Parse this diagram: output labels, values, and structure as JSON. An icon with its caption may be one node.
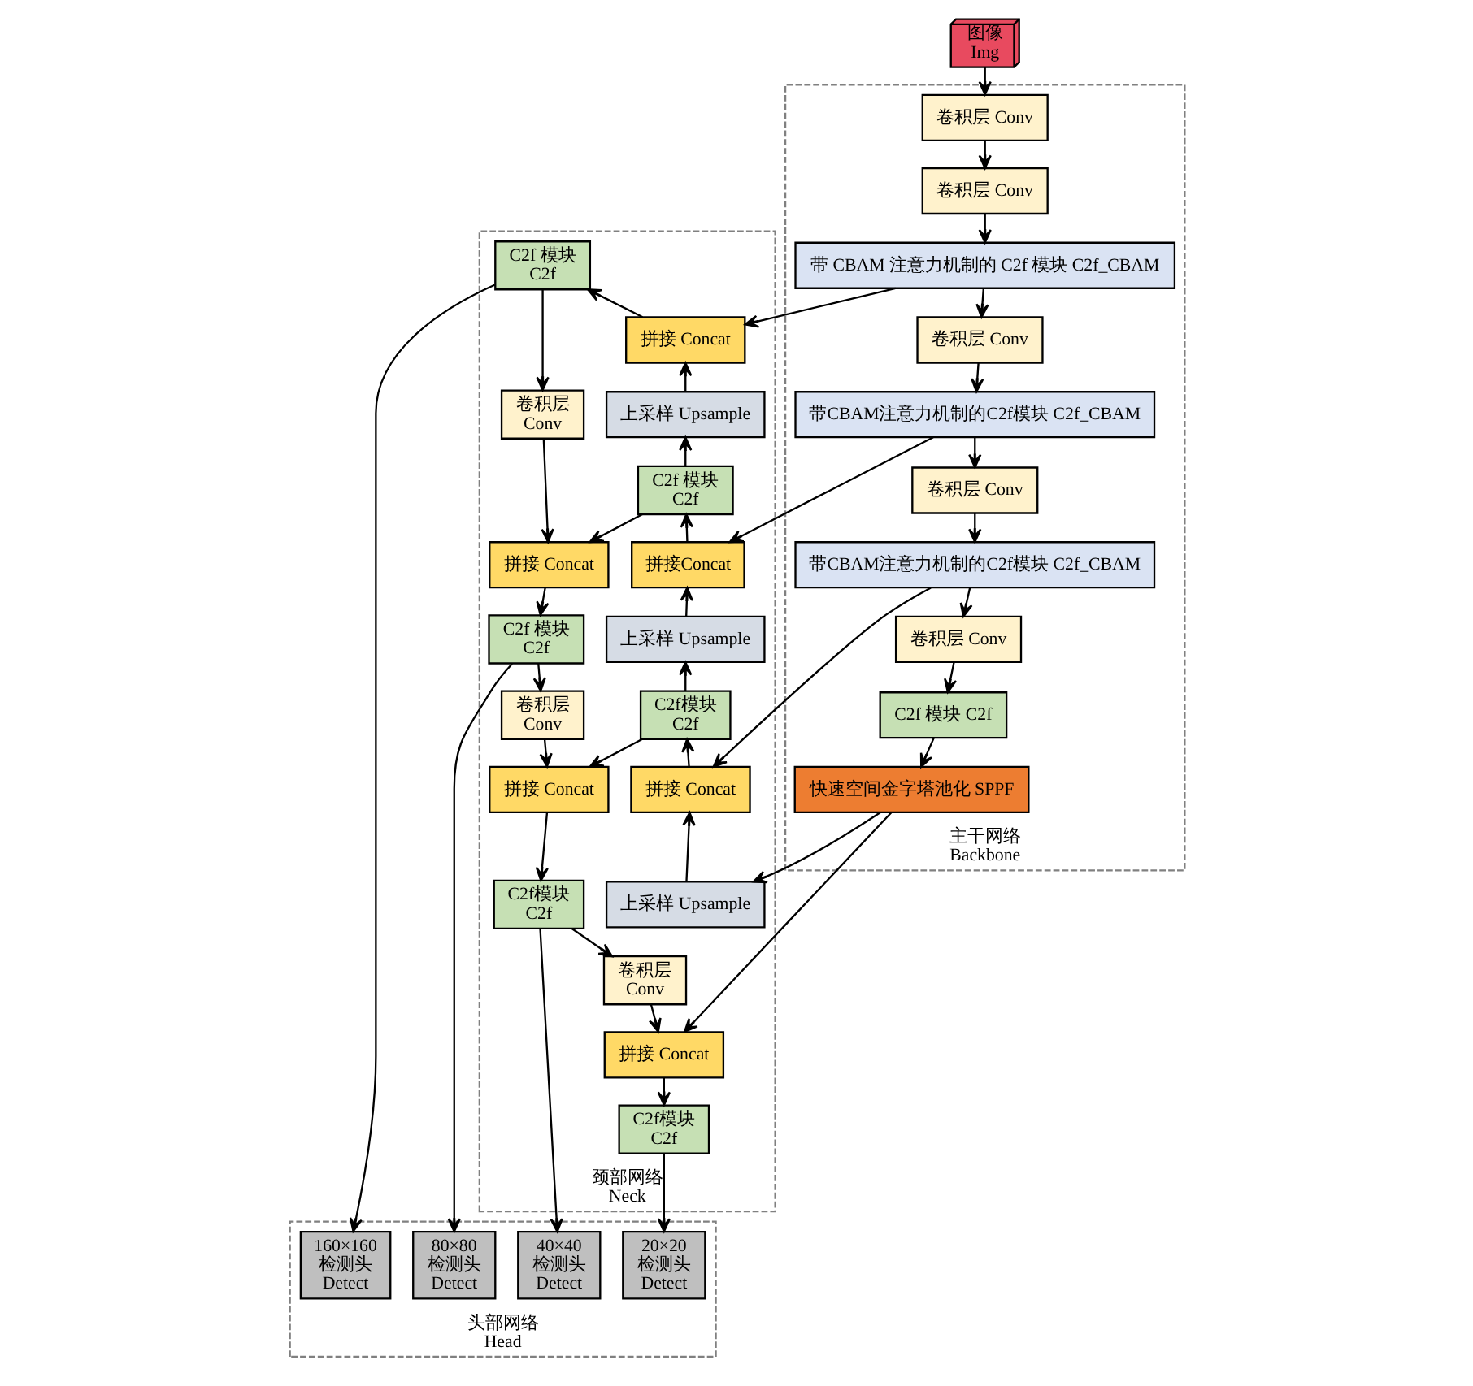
{
  "diagram": {
    "nodes": [
      {
        "text": [
          "主干网络",
          "Backbone"
        ]
      },
      {
        "text": [
          "颈部网络",
          "Neck"
        ]
      },
      {
        "text": [
          "头部网络",
          "Head"
        ]
      },
      {
        "text": [
          "图像",
          "Img"
        ]
      },
      {
        "text": [
          "卷积层 Conv"
        ],
        "in": 0
      },
      {
        "text": [
          "卷积层 Conv"
        ],
        "in": 0
      },
      {
        "text": [
          "带 CBAM 注意力机制的 C2f 模块 C2f_CBAM"
        ],
        "in": 0
      },
      {
        "text": [
          "卷积层 Conv"
        ],
        "in": 0
      },
      {
        "text": [
          "带CBAM注意力机制的C2f模块 C2f_CBAM"
        ],
        "in": 0
      },
      {
        "text": [
          "卷积层 Conv"
        ],
        "in": 0
      },
      {
        "text": [
          "带CBAM注意力机制的C2f模块 C2f_CBAM"
        ],
        "in": 0
      },
      {
        "text": [
          "卷积层 Conv"
        ],
        "in": 0
      },
      {
        "text": [
          "C2f 模块 C2f"
        ],
        "in": 0
      },
      {
        "text": [
          "快速空间金字塔池化 SPPF"
        ],
        "in": 0
      },
      {
        "text": [
          "C2f 模块",
          "C2f"
        ],
        "in": 1
      },
      {
        "text": [
          "拼接 Concat"
        ],
        "in": 1
      },
      {
        "text": [
          "上采样 Upsample"
        ],
        "in": 1
      },
      {
        "text": [
          "C2f 模块",
          "C2f"
        ],
        "in": 1
      },
      {
        "text": [
          "拼接Concat"
        ],
        "in": 1
      },
      {
        "text": [
          "上采样 Upsample"
        ],
        "in": 1
      },
      {
        "text": [
          "C2f模块",
          "C2f"
        ],
        "in": 1
      },
      {
        "text": [
          "拼接 Concat"
        ],
        "in": 1
      },
      {
        "text": [
          "上采样 Upsample"
        ],
        "in": 1
      },
      {
        "text": [
          "卷积层",
          "Conv"
        ],
        "in": 1
      },
      {
        "text": [
          "拼接 Concat"
        ],
        "in": 1
      },
      {
        "text": [
          "C2f 模块",
          "C2f"
        ],
        "in": 1
      },
      {
        "text": [
          "卷积层",
          "Conv"
        ],
        "in": 1
      },
      {
        "text": [
          "拼接 Concat"
        ],
        "in": 1
      },
      {
        "text": [
          "C2f模块",
          "C2f"
        ],
        "in": 1
      },
      {
        "text": [
          "卷积层",
          "Conv"
        ],
        "in": 1
      },
      {
        "text": [
          "拼接 Concat"
        ],
        "in": 1
      },
      {
        "text": [
          "C2f模块",
          "C2f"
        ],
        "in": 1
      },
      {
        "text": [
          "160×160",
          "检测头",
          "Detect"
        ],
        "in": 2
      },
      {
        "text": [
          "80×80",
          "检测头",
          "Detect"
        ],
        "in": 2
      },
      {
        "text": [
          "40×40",
          "检测头",
          "Detect"
        ],
        "in": 2
      },
      {
        "text": [
          "20×20",
          "检测头",
          "Detect"
        ],
        "in": 2
      }
    ],
    "edges": [
      {
        "from": 3,
        "to": 4,
        "arrow": "to"
      },
      {
        "from": 4,
        "to": 5,
        "arrow": "to"
      },
      {
        "from": 5,
        "to": 6,
        "arrow": "to"
      },
      {
        "from": 6,
        "to": 7,
        "arrow": "to"
      },
      {
        "from": 7,
        "to": 8,
        "arrow": "to"
      },
      {
        "from": 8,
        "to": 9,
        "arrow": "to"
      },
      {
        "from": 9,
        "to": 10,
        "arrow": "to"
      },
      {
        "from": 10,
        "to": 11,
        "arrow": "to"
      },
      {
        "from": 11,
        "to": 12,
        "arrow": "to"
      },
      {
        "from": 12,
        "to": 13,
        "arrow": "to"
      },
      {
        "from": 6,
        "to": 15,
        "arrow": "to"
      },
      {
        "from": 8,
        "to": 18,
        "arrow": "to"
      },
      {
        "from": 10,
        "to": 21,
        "arrow": "to"
      },
      {
        "from": 13,
        "to": 22,
        "arrow": "to"
      },
      {
        "from": 13,
        "to": 30,
        "arrow": "to"
      },
      {
        "from": 22,
        "to": 21,
        "arrow": "to"
      },
      {
        "from": 21,
        "to": 20,
        "arrow": "to"
      },
      {
        "from": 20,
        "to": 19,
        "arrow": "to"
      },
      {
        "from": 19,
        "to": 18,
        "arrow": "to"
      },
      {
        "from": 18,
        "to": 17,
        "arrow": "to"
      },
      {
        "from": 17,
        "to": 16,
        "arrow": "to"
      },
      {
        "from": 16,
        "to": 15,
        "arrow": "to"
      },
      {
        "from": 15,
        "to": 14,
        "arrow": "to"
      },
      {
        "from": 14,
        "to": 23,
        "arrow": "to"
      },
      {
        "from": 14,
        "to": 32,
        "arrow": "to"
      },
      {
        "from": 17,
        "to": 24,
        "arrow": "to"
      },
      {
        "from": 20,
        "to": 27,
        "arrow": "to"
      },
      {
        "from": 23,
        "to": 24,
        "arrow": "to"
      },
      {
        "from": 24,
        "to": 25,
        "arrow": "to"
      },
      {
        "from": 25,
        "to": 26,
        "arrow": "to"
      },
      {
        "from": 26,
        "to": 27,
        "arrow": "to"
      },
      {
        "from": 27,
        "to": 28,
        "arrow": "to"
      },
      {
        "from": 28,
        "to": 29,
        "arrow": "to"
      },
      {
        "from": 29,
        "to": 30,
        "arrow": "to"
      },
      {
        "from": 30,
        "to": 31,
        "arrow": "to"
      },
      {
        "from": 25,
        "to": 33,
        "arrow": "to"
      },
      {
        "from": 28,
        "to": 34,
        "arrow": "to"
      },
      {
        "from": 31,
        "to": 35,
        "arrow": "to"
      }
    ]
  }
}
